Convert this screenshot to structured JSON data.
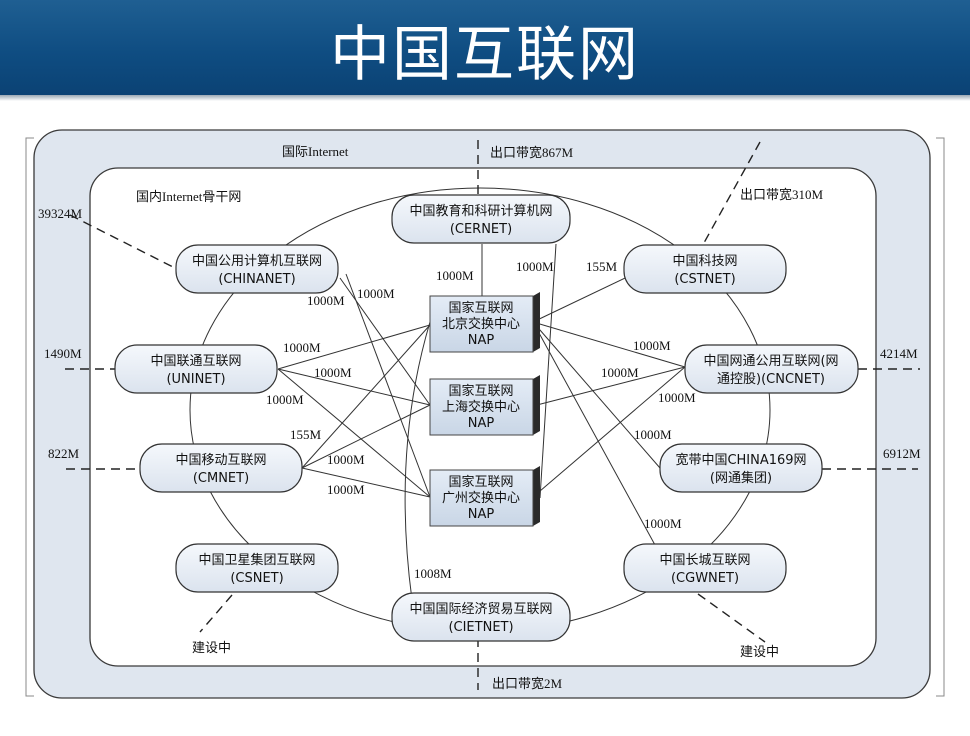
{
  "title": "中国互联网",
  "diagram": {
    "outer_label": "国际Internet",
    "inner_label": "国内Internet骨干网",
    "exits": {
      "top": "出口带宽867M",
      "top_right": "出口带宽310M",
      "bottom": "出口带宽2M",
      "chinanet": "39324M",
      "uninet": "1490M",
      "cmnet": "822M",
      "cncnet": "4214M",
      "china169": "6912M",
      "csnet": "建设中",
      "cgwnet": "建设中"
    },
    "networks": {
      "cernet": {
        "line1": "中国教育和科研计算机网",
        "line2": "(CERNET)"
      },
      "chinanet": {
        "line1": "中国公用计算机互联网",
        "line2": "(CHINANET)"
      },
      "cstnet": {
        "line1": "中国科技网",
        "line2": "(CSTNET)"
      },
      "uninet": {
        "line1": "中国联通互联网",
        "line2": "(UNINET)"
      },
      "cncnet": {
        "line1": "中国网通公用互联网(网",
        "line2": "通控股)(CNCNET)"
      },
      "cmnet": {
        "line1": "中国移动互联网",
        "line2": "(CMNET)"
      },
      "china169": {
        "line1": "宽带中国CHINA169网",
        "line2": "(网通集团)"
      },
      "csnet": {
        "line1": "中国卫星集团互联网",
        "line2": "(CSNET)"
      },
      "cgwnet": {
        "line1": "中国长城互联网",
        "line2": "(CGWNET)"
      },
      "cietnet": {
        "line1": "中国国际经济贸易互联网",
        "line2": "(CIETNET)"
      }
    },
    "naps": {
      "beijing": {
        "line1": "国家互联网",
        "line2": "北京交换中心",
        "line3": "NAP"
      },
      "shanghai": {
        "line1": "国家互联网",
        "line2": "上海交换中心",
        "line3": "NAP"
      },
      "guangzhou": {
        "line1": "国家互联网",
        "line2": "广州交换中心",
        "line3": "NAP"
      }
    },
    "link_labels": {
      "cernet_bj": "1000M",
      "cernet_gz": "1000M",
      "cstnet_bj": "155M",
      "chinanet_a": "1000M",
      "chinanet_b": "1000M",
      "uninet_bj": "1000M",
      "uninet_sh": "1000M",
      "uninet_gz": "1000M",
      "cmnet_bj": "155M",
      "cmnet_sh": "1000M",
      "cmnet_gz": "1000M",
      "cncnet_bj": "1000M",
      "cncnet_sh": "1000M",
      "cncnet_gz": "1000M",
      "china169": "1000M",
      "cgwnet": "1000M",
      "cietnet": "1008M"
    }
  }
}
